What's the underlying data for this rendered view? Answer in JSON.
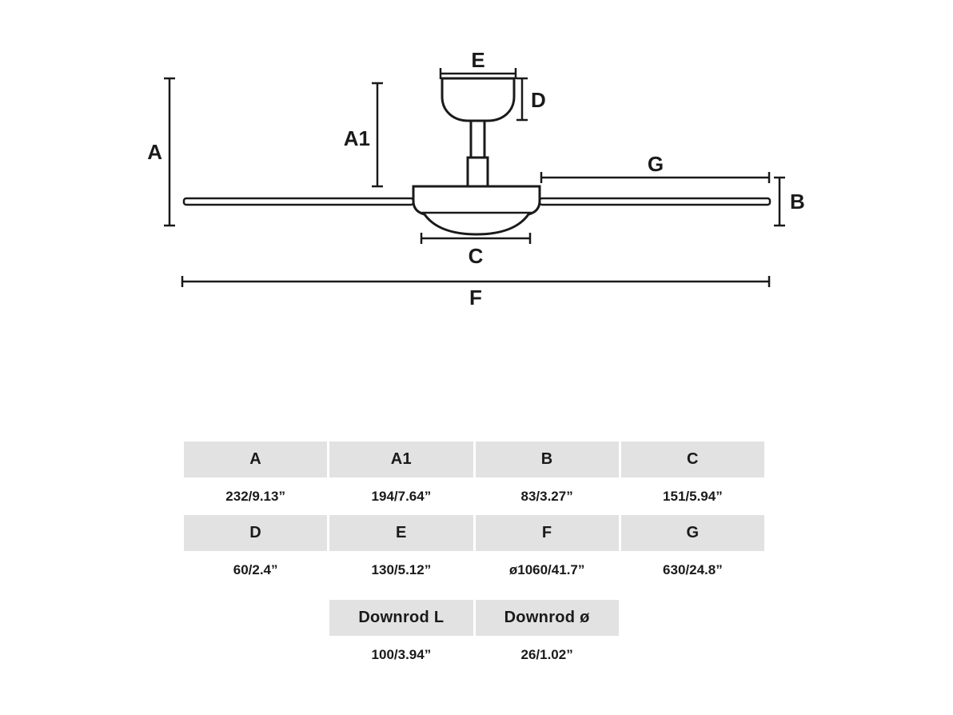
{
  "diagram": {
    "labels": {
      "a": "A",
      "a1": "A1",
      "b": "B",
      "c": "C",
      "d": "D",
      "e": "E",
      "f": "F",
      "g": "G"
    }
  },
  "table": {
    "rows": [
      {
        "headers": [
          "A",
          "A1",
          "B",
          "C"
        ],
        "values": [
          "232/9.13”",
          "194/7.64”",
          "83/3.27”",
          "151/5.94”"
        ]
      },
      {
        "headers": [
          "D",
          "E",
          "F",
          "G"
        ],
        "values": [
          "60/2.4”",
          "130/5.12”",
          "ø1060/41.7”",
          "630/24.8”"
        ]
      },
      {
        "headers": [
          "Downrod L",
          "Downrod ø"
        ],
        "values": [
          "100/3.94”",
          "26/1.02”"
        ]
      }
    ]
  }
}
